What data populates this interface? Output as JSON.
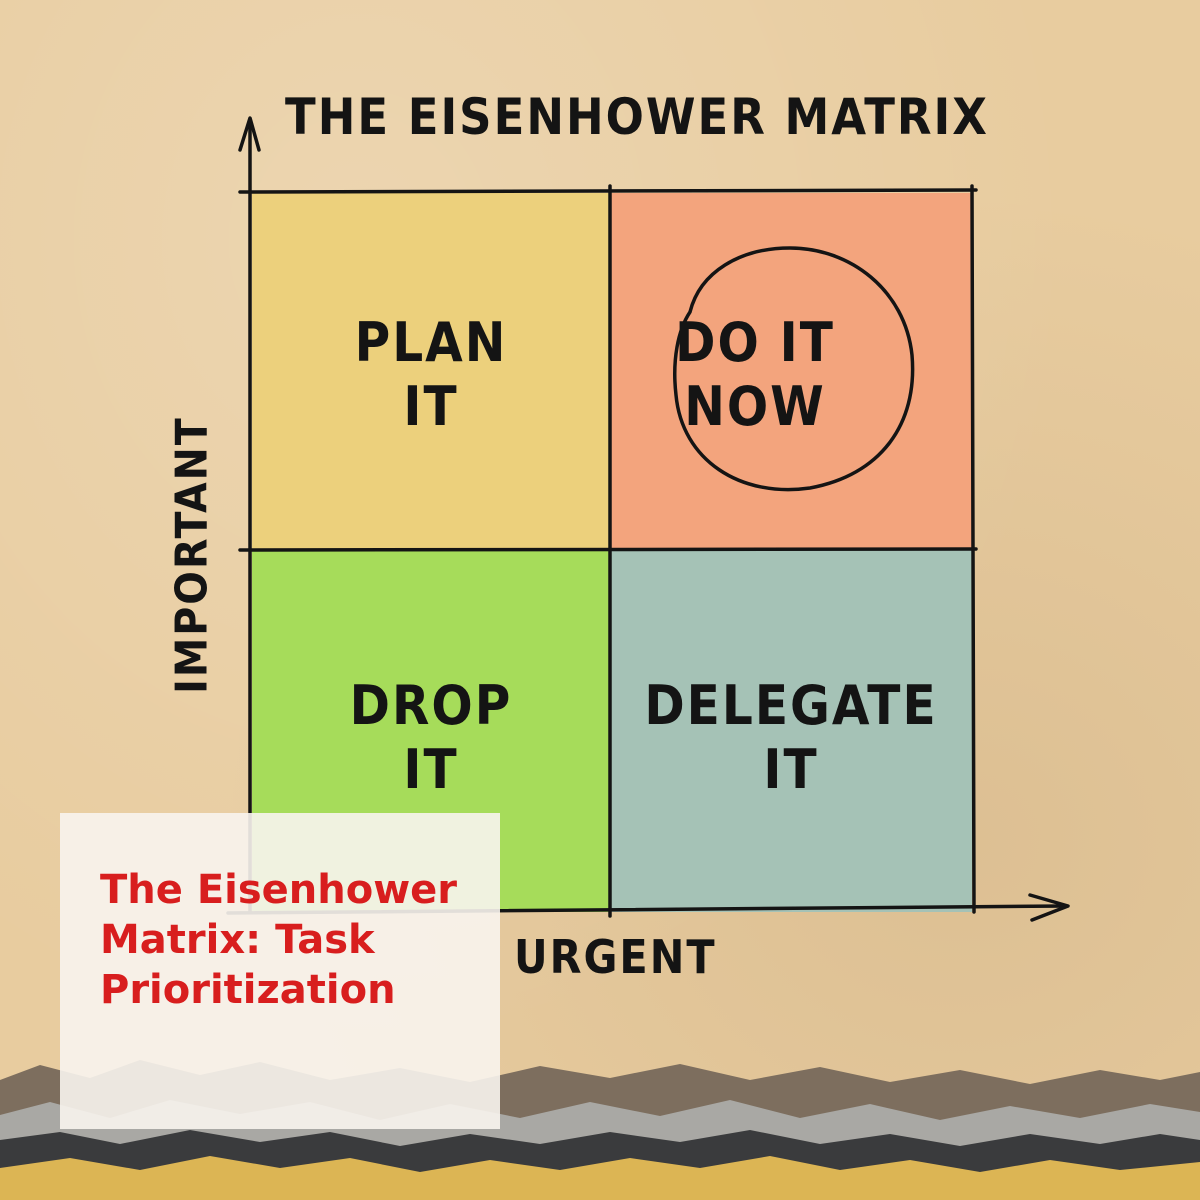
{
  "diagram": {
    "title": "THE EISENHOWER MATRIX",
    "y_axis_label": "IMPORTANT",
    "x_axis_label": "URGENT",
    "quadrants": [
      {
        "lines": [
          "PLAN",
          "IT"
        ],
        "color": "#ecd07c"
      },
      {
        "lines": [
          "DO IT",
          "NOW"
        ],
        "color": "#f3a47d",
        "circled": true
      },
      {
        "lines": [
          "DROP",
          "IT"
        ],
        "color": "#a6dc5a"
      },
      {
        "lines": [
          "DELEGATE",
          "IT"
        ],
        "color": "#a5c2b6"
      }
    ]
  },
  "caption": {
    "text": "The Eisenhower Matrix: Task Prioritization",
    "color": "#d81e1e"
  }
}
